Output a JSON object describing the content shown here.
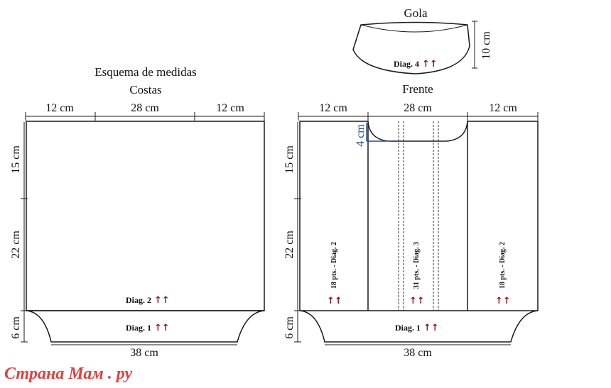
{
  "titles": {
    "scheme": "Esquema de medidas",
    "back": "Costas",
    "front": "Frente",
    "collar": "Gola"
  },
  "back": {
    "top_left": "12 cm",
    "top_mid": "28 cm",
    "top_right": "12 cm",
    "side_upper": "15 cm",
    "side_mid": "22 cm",
    "side_low": "6 cm",
    "bottom": "38 cm",
    "diag2": "Diag. 2",
    "diag1": "Diag. 1"
  },
  "front": {
    "top_left": "12 cm",
    "top_mid": "28 cm",
    "top_right": "12 cm",
    "neck_depth": "4 cm",
    "side_upper": "15 cm",
    "side_mid": "22 cm",
    "side_low": "6 cm",
    "bottom": "38 cm",
    "panel_left": "18 pts. - Diag. 2",
    "panel_center": "31 pts. - Diag. 3",
    "panel_right": "18 pts. - Diag. 2",
    "diag1": "Diag. 1"
  },
  "collar": {
    "height": "10 cm",
    "diag4": "Diag. 4"
  },
  "symbols": {
    "arrows": "↑↑"
  },
  "watermark": "Страна Мам . ру",
  "colors": {
    "arrow": "#8b1a1a",
    "neck_measure": "#1f4e8c",
    "watermark": "#e04040"
  }
}
